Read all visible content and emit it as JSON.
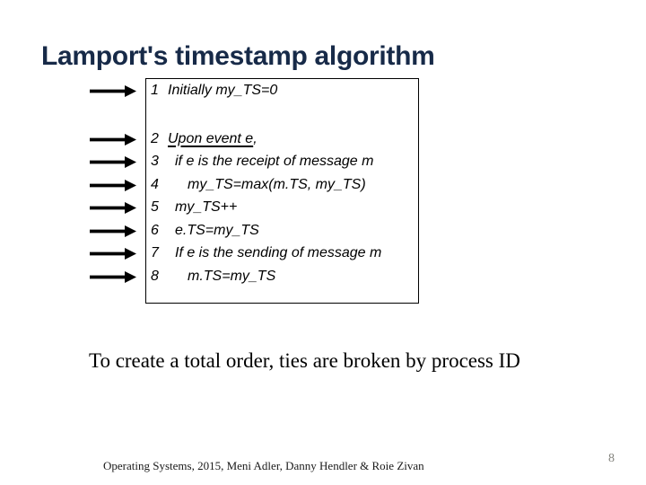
{
  "title": "Lamport's timestamp algorithm",
  "code_box": {
    "lines": [
      {
        "num": "1",
        "text": "Initially my_TS=0",
        "suffix": "",
        "indent": 0,
        "underline": false,
        "gap_after": true
      },
      {
        "num": "2",
        "text": "Upon event e",
        "suffix": ",",
        "indent": 0,
        "underline": true,
        "gap_after": false
      },
      {
        "num": "3",
        "text": "if e is the receipt of message m",
        "suffix": "",
        "indent": 1,
        "underline": false,
        "gap_after": false
      },
      {
        "num": "4",
        "text": "my_TS=max(m.TS, my_TS)",
        "suffix": "",
        "indent": 2,
        "underline": false,
        "gap_after": false
      },
      {
        "num": "5",
        "text": "my_TS++",
        "suffix": "",
        "indent": 1,
        "underline": false,
        "gap_after": false
      },
      {
        "num": "6",
        "text": "e.TS=my_TS",
        "suffix": "",
        "indent": 1,
        "underline": false,
        "gap_after": false
      },
      {
        "num": "7",
        "text": "If e is the sending of message m",
        "suffix": "",
        "indent": 1,
        "underline": false,
        "gap_after": false
      },
      {
        "num": "8",
        "text": "m.TS=my_TS",
        "suffix": "",
        "indent": 2,
        "underline": false,
        "gap_after": false
      }
    ]
  },
  "note": "To create a total order, ties are broken by process ID",
  "footer": {
    "credits": "Operating Systems, 2015, Meni Adler, Danny Hendler & Roie Zivan",
    "page_number": "8"
  },
  "colors": {
    "title": "#172a48",
    "body_text": "#000000",
    "arrow": "#000000",
    "page_number": "#82827c"
  }
}
